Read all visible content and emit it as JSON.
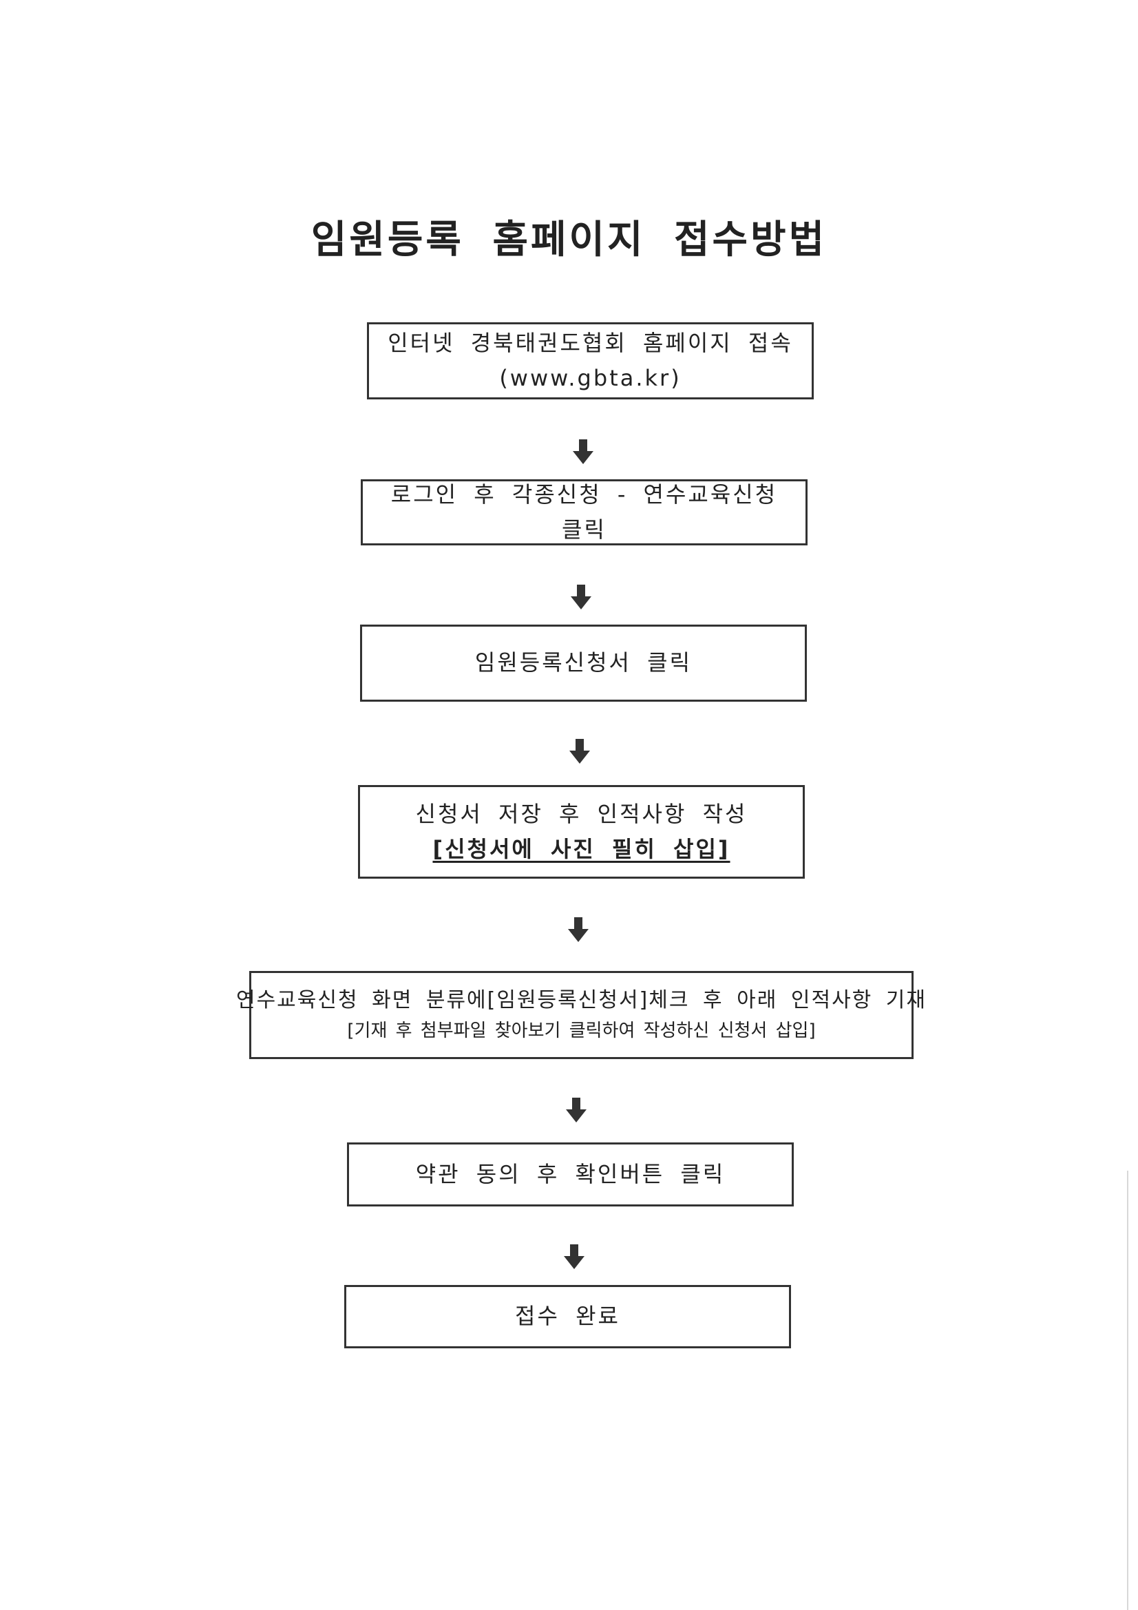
{
  "document": {
    "title": "임원등록 홈페이지 접수방법"
  },
  "steps": [
    {
      "lines": [
        "인터넷 경북태권도협회 홈페이지 접속",
        "(www.gbta.kr)"
      ]
    },
    {
      "lines": [
        "로그인 후 각종신청 - 연수교육신청",
        "클릭"
      ]
    },
    {
      "lines": [
        "임원등록신청서 클릭"
      ]
    },
    {
      "lines": [
        "신청서 저장 후 인적사항 작성"
      ],
      "emphasis": "[신청서에 사진 필히 삽입]"
    },
    {
      "lines": [
        "연수교육신청 화면 분류에[임원등록신청서]체크 후 아래 인적사항 기재"
      ],
      "note": "[기재 후 첨부파일 찾아보기 클릭하여 작성하신 신청서 삽입]"
    },
    {
      "lines": [
        "약관 동의 후 확인버튼 클릭"
      ]
    },
    {
      "lines": [
        "접수 완료"
      ]
    }
  ],
  "icons": {
    "arrow": "arrow-down-icon"
  },
  "colors": {
    "border": "#333333",
    "text": "#222222",
    "arrow": "#333333"
  }
}
